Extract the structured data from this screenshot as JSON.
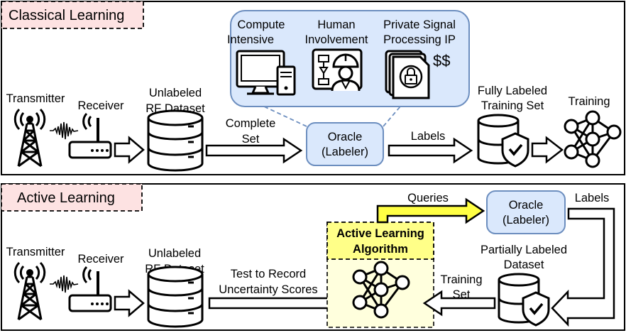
{
  "classical": {
    "title": "Classical Learning",
    "transmitter": "Transmitter",
    "receiver": "Receiver",
    "dataset": [
      "Unlabeled",
      "RF Dataset"
    ],
    "arrow_label": [
      "Complete",
      "Set"
    ],
    "oracle": [
      "Oracle",
      "(Labeler)"
    ],
    "labels_arrow": "Labels",
    "labeled_set": [
      "Fully Labeled",
      "Training Set"
    ],
    "training": "Training",
    "callout": {
      "compute": [
        "Compute",
        "Intensive"
      ],
      "human": [
        "Human",
        "Involvement"
      ],
      "private": [
        "Private Signal",
        "Processing IP"
      ],
      "money": "$$"
    }
  },
  "active": {
    "title": "Active Learning",
    "transmitter": "Transmitter",
    "receiver": "Receiver",
    "dataset": [
      "Unlabeled",
      "RF Dataset"
    ],
    "test_arrow": [
      "Test to Record",
      "Uncertainty Scores"
    ],
    "algorithm": [
      "Active Learning",
      "Algorithm"
    ],
    "queries": "Queries",
    "oracle": [
      "Oracle",
      "(Labeler)"
    ],
    "labels": "Labels",
    "partial_set": [
      "Partially Labeled",
      "Dataset"
    ],
    "training_set": [
      "Training",
      "Set"
    ]
  },
  "colors": {
    "title_bg": "#fde2e2",
    "oracle_fill": "#dae8fc",
    "oracle_stroke": "#6c8ebf",
    "algo_fill": "#ffff88",
    "algo_box_fill": "#ffffdd",
    "queries_arrow": "#ffff44"
  }
}
